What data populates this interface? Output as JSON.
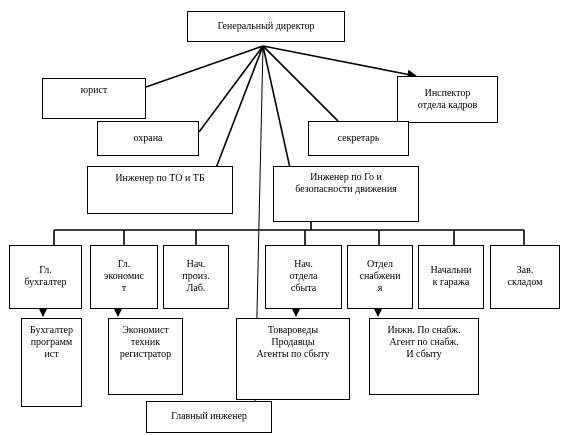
{
  "org_chart": {
    "ceo": "Генеральный директор",
    "lawyer": "юрист",
    "hr_inspector": "Инспектор\nотдела кадров",
    "security": "охрана",
    "secretary": "секретарь",
    "safety_engineer": "Инженер по ТО и ТБ",
    "traffic_engineer": "Инженер по Го и\nбезопасности движения",
    "chief_accountant": "Гл.\nбухгалтер",
    "chief_economist": "Гл.\nэкономис\nт",
    "lab_head": "Нач.\nпроиз.\nЛаб.",
    "sales_head": "Нач.\nотдела\nсбыта",
    "supply_dept": "Отдел\nснабжени\nя",
    "garage_head": "Начальни\nк гаража",
    "warehouse_head": "Зав.\nскладом",
    "accountant_programmer": "Бухгалтер\nпрограмм\nист",
    "economist_technician": "Экономист\nтехник\nрегистратор",
    "sales_staff": "Товароведы\nПродавцы\nАгенты по сбыту",
    "supply_staff": "Инжн. По снабж.\nАгент по снабж.\nИ сбыту",
    "chief_engineer": "Главный инженер"
  }
}
